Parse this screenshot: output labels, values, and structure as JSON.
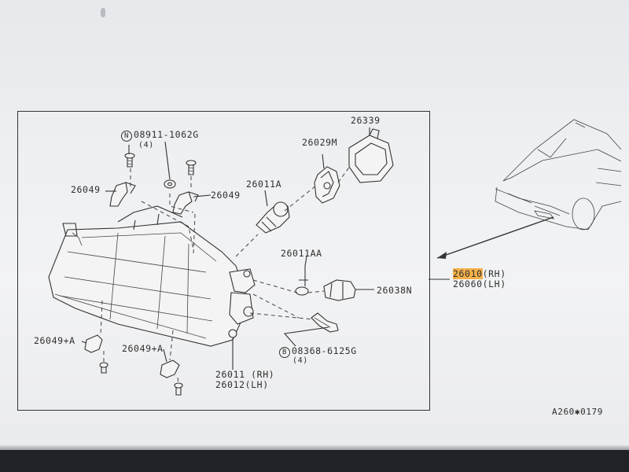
{
  "labels": {
    "p08911_prefix": "N",
    "p08911": "08911-1062G",
    "p08911_qty": "(4)",
    "p26049_a": "26049",
    "p26049_b": "26049",
    "p26011A": "26011A",
    "p26029M": "26029M",
    "p26339": "26339",
    "p26011AA": "26011AA",
    "p26038N": "26038N",
    "p26049A_a": "26049+A",
    "p26049A_b": "26049+A",
    "p08368_prefix": "B",
    "p08368": "08368-6125G",
    "p08368_qty": "(4)",
    "p26011_rh": "26011 (RH)",
    "p26012_lh": "26012(LH)",
    "assy_rh_num": "26010",
    "assy_rh_side": "(RH)",
    "assy_lh": "26060(LH)",
    "figure_code": "A260✱0179"
  },
  "colors": {
    "highlight": "#f3b04a",
    "line": "#333333",
    "paper": "#eef0f2"
  }
}
